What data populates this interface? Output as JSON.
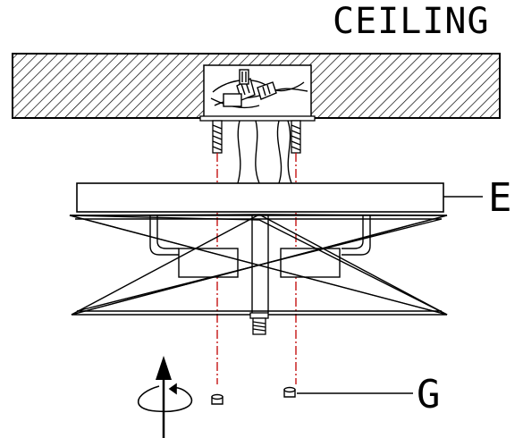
{
  "diagram": {
    "title": "CEILING",
    "callouts": {
      "part_e": "E",
      "part_g": "G"
    },
    "icons": {
      "install_direction": "up-arrow-icon",
      "rotate": "clockwise-rotation-icon"
    },
    "colors": {
      "line": "#000000",
      "guide_line": "#c00000",
      "background": "#ffffff"
    }
  }
}
